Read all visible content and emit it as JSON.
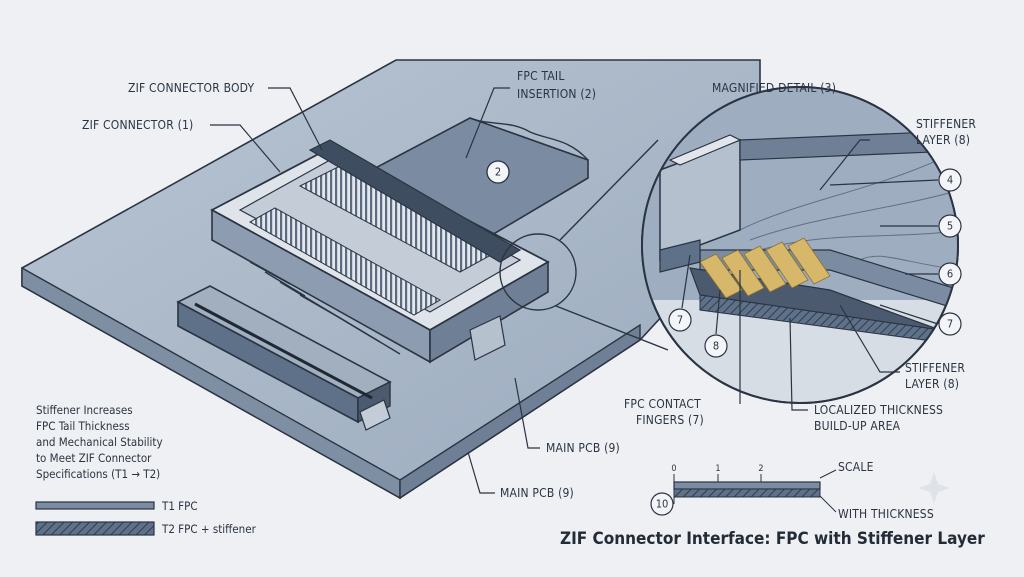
{
  "title": "ZIF Connector Interface: FPC with Stiffener Layer",
  "labels": {
    "zif_body": "ZIF CONNECTOR BODY",
    "zif_connector": "ZIF CONNECTOR (1)",
    "fpc_tail_1": "FPC TAIL",
    "fpc_tail_2": "INSERTION (2)",
    "magnified": "MAGNIFIED DETAIL (3)",
    "stiffener_top_1": "STIFFENER",
    "stiffener_top_2": "LAYER (8)",
    "stiffener_bot_1": "STIFFENER",
    "stiffener_bot_2": "LAYER (8)",
    "fingers_1": "FPC CONTACT",
    "fingers_2": "FINGERS (7)",
    "buildup_1": "LOCALIZED THICKNESS",
    "buildup_2": "BUILD-UP AREA",
    "main_pcb_a": "MAIN PCB (9)",
    "main_pcb_b": "MAIN PCB (9)",
    "scale": "SCALE",
    "with_thickness": "WITH THICKNESS"
  },
  "callouts": {
    "c2": "2",
    "c4": "4",
    "c5": "5",
    "c6": "6",
    "c7a": "7",
    "c7b": "7",
    "c8": "8",
    "c10": "10"
  },
  "scale_ticks": [
    "0",
    "1",
    "2"
  ],
  "note": [
    "Stiffener Increases",
    "FPC Tail Thickness",
    "and Mechanical Stability",
    "to Meet ZIF Connector",
    "Specifications (T1 → T2)"
  ],
  "legend": {
    "t1": "T1 FPC",
    "t2": "T2 FPC + stiffener"
  },
  "colors": {
    "ink": "#2a3442",
    "pcb_top": "#a7b5c6",
    "pcb_edge": "#7f8fa3",
    "fpc": "#7b8ca2",
    "gold": "#d7b86a",
    "background": "#eef0f3"
  }
}
